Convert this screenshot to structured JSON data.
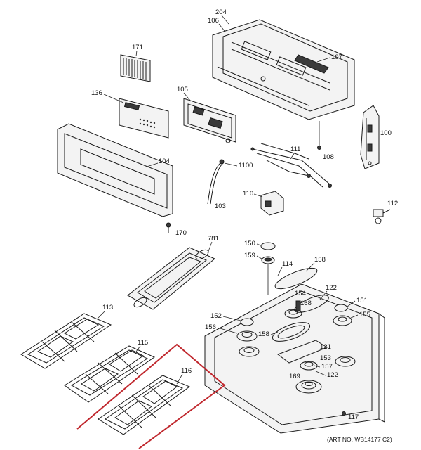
{
  "art_no": "(ART NO. WB14177 C2)",
  "highlight_color": "#c0282e",
  "callouts": {
    "c204": "204",
    "c106": "106",
    "c107": "107",
    "c171": "171",
    "c136": "136",
    "c105": "105",
    "c100": "100",
    "c108": "108",
    "c104": "104",
    "c111": "111",
    "c1100": "1100",
    "c110": "110",
    "c103": "103",
    "c112": "112",
    "c170": "170",
    "c781": "781",
    "c150": "150",
    "c159": "159",
    "c114": "114",
    "c158a": "158",
    "c113": "113",
    "c122a": "122",
    "c154": "154",
    "c168": "168",
    "c151": "151",
    "c155": "155",
    "c152": "152",
    "c156": "156",
    "c158b": "158",
    "c115": "115",
    "c121": "121",
    "c153": "153",
    "c157": "157",
    "c116": "116",
    "c122b": "122",
    "c169": "169",
    "c117": "117"
  }
}
